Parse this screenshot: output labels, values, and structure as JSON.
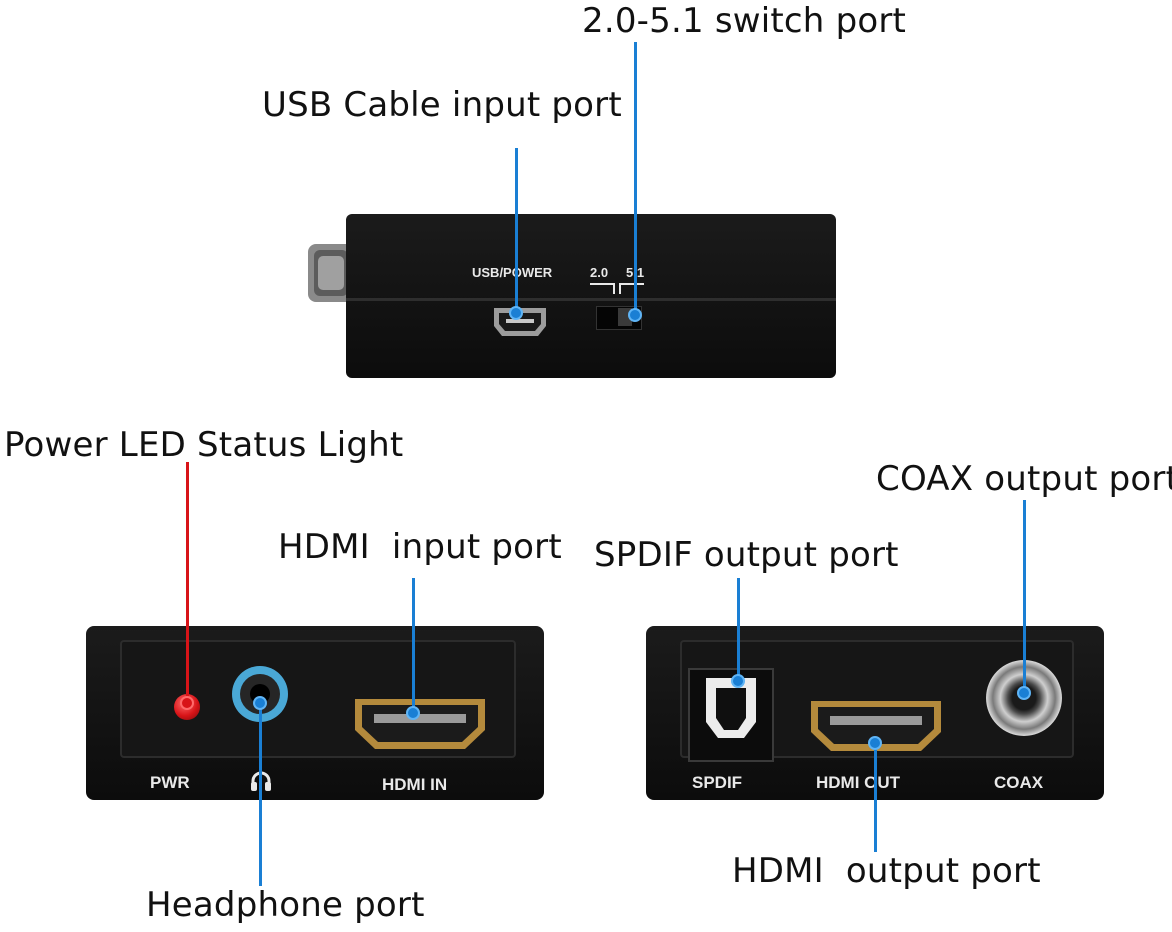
{
  "callouts": {
    "switch": "2.0-5.1 switch port",
    "usb": "USB Cable input port",
    "led": "Power LED Status Light",
    "hdmi_in": "HDMI  input port",
    "spdif": "SPDIF output port",
    "coax": "COAX output port",
    "hdmi_out": "HDMI  output port",
    "headphone": "Headphone port"
  },
  "silkscreen": {
    "usb_power": "USB/POWER",
    "v20": "2.0",
    "v51": "5.1",
    "pwr": "PWR",
    "hdmi_in": "HDMI IN",
    "spdif": "SPDIF",
    "hdmi_out": "HDMI OUT",
    "coax": "COAX"
  },
  "colors": {
    "leader": "#1a7fd4",
    "device": "#111111",
    "led": "#d81418",
    "headphone_ring": "#4aa8d6"
  }
}
